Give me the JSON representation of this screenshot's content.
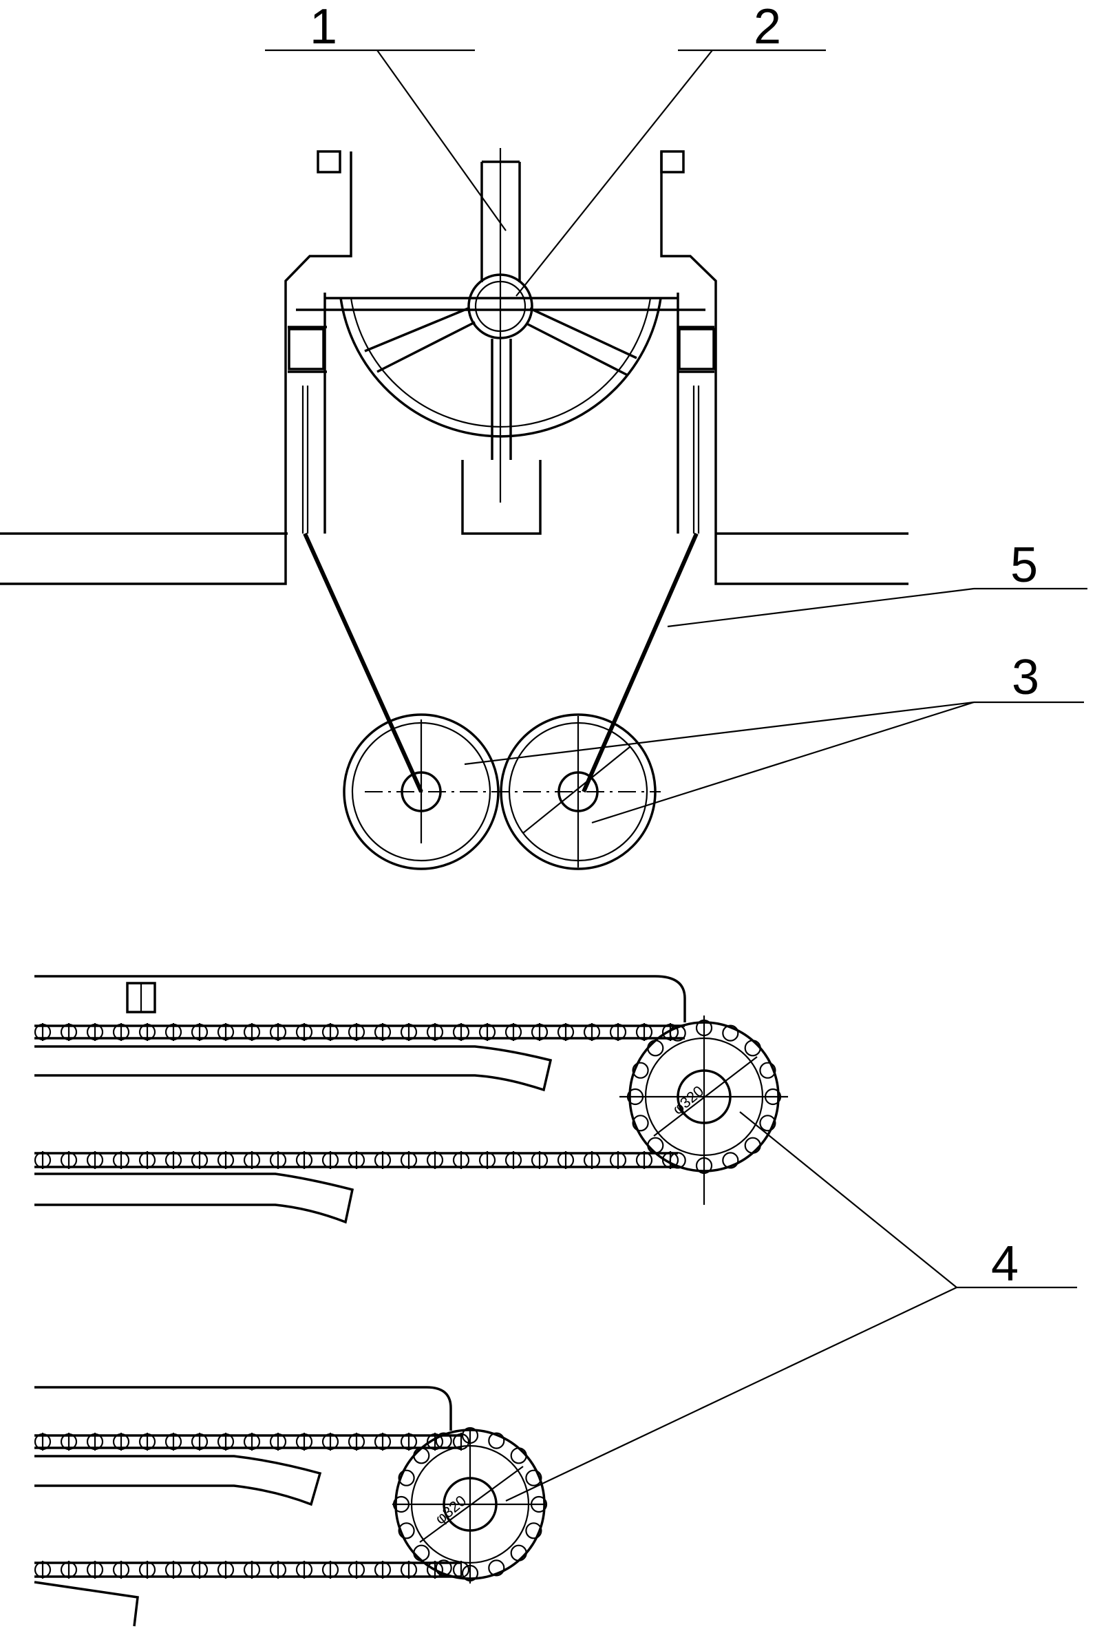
{
  "callouts": {
    "label_1": "1",
    "label_2": "2",
    "label_3": "3",
    "label_4": "4",
    "label_5": "5"
  },
  "sprockets": {
    "upper_text": "φ320",
    "lower_text": "φ320"
  }
}
